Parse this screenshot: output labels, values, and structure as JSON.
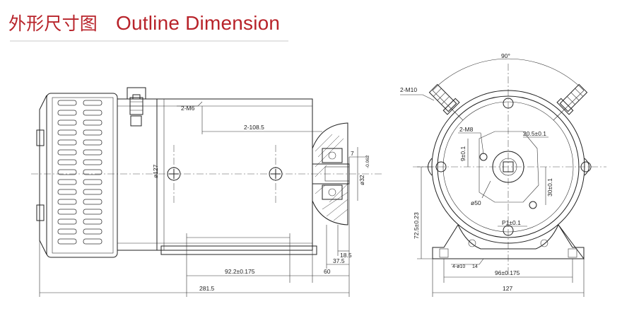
{
  "title": {
    "cn": "外形尺寸图",
    "en": "Outline Dimension"
  },
  "side_view": {
    "dims": {
      "overall_length": "281.5",
      "mount_spacing": "92.2±0.175",
      "flange_offset": "60",
      "shaft_step": "37.5",
      "shaft_length": "18.5",
      "bolt_pattern": "2-108.5",
      "body_diameter": "ø127",
      "terminal": "2-M6",
      "spigot": "ø32",
      "spigot_tol": "-0.062",
      "key_width": "7"
    }
  },
  "end_view": {
    "dims": {
      "angle": "90°",
      "terminals": "2-M10",
      "holes": "2-M8",
      "hole_x": "20.5±0.1",
      "hole_y": "9±0.1",
      "pitch_circle": "ø50",
      "vertical_30": "30±0.1",
      "pcd_note": "P1±0.1",
      "center_height": "72.5±0.23",
      "foot_slot": "4-ø10",
      "foot_slot_depth": "14",
      "foot_spacing": "96±0.175",
      "foot_width": "127"
    }
  }
}
